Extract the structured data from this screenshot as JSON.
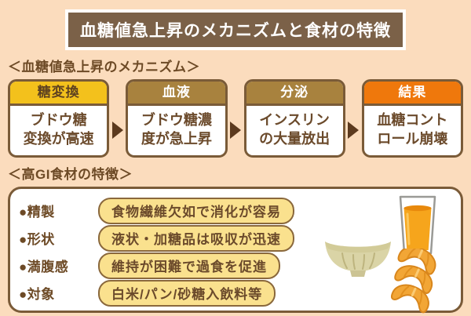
{
  "page": {
    "background": "#FBDCBD"
  },
  "title": "血糖値急上昇のメカニズムと食材の特徴",
  "mechanism": {
    "heading": "＜血糖値急上昇のメカニズム＞",
    "steps": [
      {
        "label": "糖変換",
        "text": "ブドウ糖\n変換が高速",
        "header_bg": "#F3C11C",
        "header_color": "#5F4220"
      },
      {
        "label": "血液",
        "text": "ブドウ糖濃\n度が急上昇",
        "header_bg": "#A8823E",
        "header_color": "#FFFFFF"
      },
      {
        "label": "分泌",
        "text": "インスリン\nの大量放出",
        "header_bg": "#A8823E",
        "header_color": "#FFFFFF"
      },
      {
        "label": "結果",
        "text": "血糖コント\nロール崩壊",
        "header_bg": "#EF780C",
        "header_color": "#FFFFFF"
      }
    ],
    "arrow_color": "#5C3A1E"
  },
  "features": {
    "heading": "＜高GI食材の特徴＞",
    "bullet": "●",
    "rows": [
      {
        "label": "精製",
        "text": "食物繊維欠如で消化が容易"
      },
      {
        "label": "形状",
        "text": "液状・加糖品は吸収が迅速"
      },
      {
        "label": "満腹感",
        "text": "維持が困難で過食を促進"
      },
      {
        "label": "対象",
        "text": "白米/パン/砂糖入飲料等"
      }
    ],
    "illustrations": [
      "rice-bowl",
      "orange-juice",
      "croissants"
    ]
  },
  "colors": {
    "title_bg": "#7B6148",
    "box_border": "#7A5B38",
    "step_text": "#6B4A2B",
    "heading_text": "#6D4A26",
    "pill_bg": "#FAE18E",
    "pill_border": "#8A683C",
    "juice_orange": "#F6A51C",
    "croissant_orange": "#F2A636",
    "bowl_beige": "#DAD4A6"
  }
}
